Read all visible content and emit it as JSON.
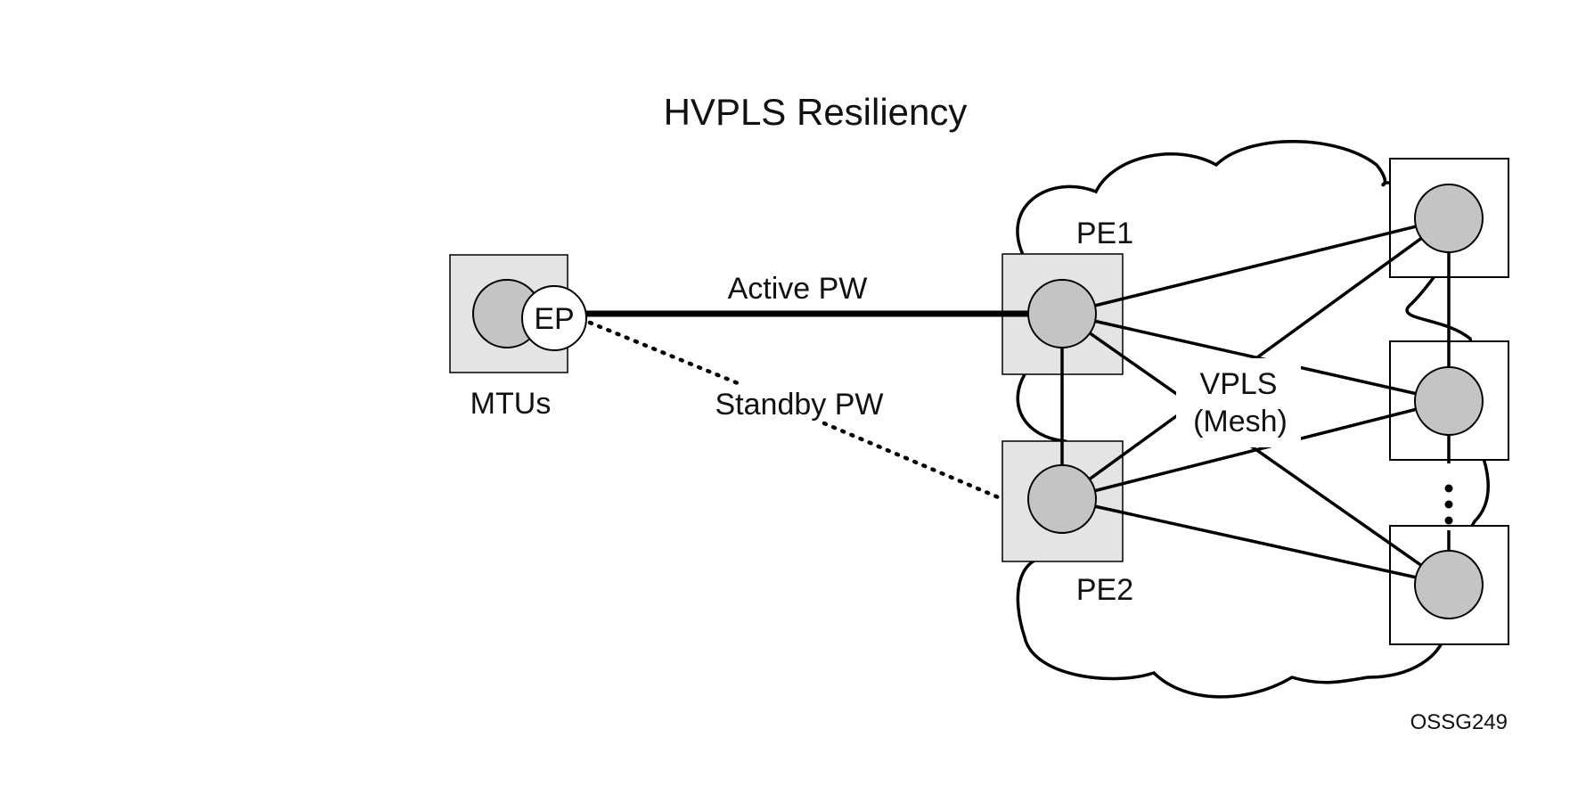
{
  "title": "HVPLS Resiliency",
  "labels": {
    "pe1": "PE1",
    "pe2": "PE2",
    "mtus": "MTUs",
    "ep": "EP",
    "active_pw": "Active PW",
    "standby_pw": "Standby PW",
    "vpls_line1": "VPLS",
    "vpls_line2": "(Mesh)"
  },
  "figure_id": "OSSG249",
  "colors": {
    "node_box_fill": "#e4e4e4",
    "node_circle_fill": "#c4c4c4",
    "stroke": "#000000",
    "background": "#ffffff"
  }
}
